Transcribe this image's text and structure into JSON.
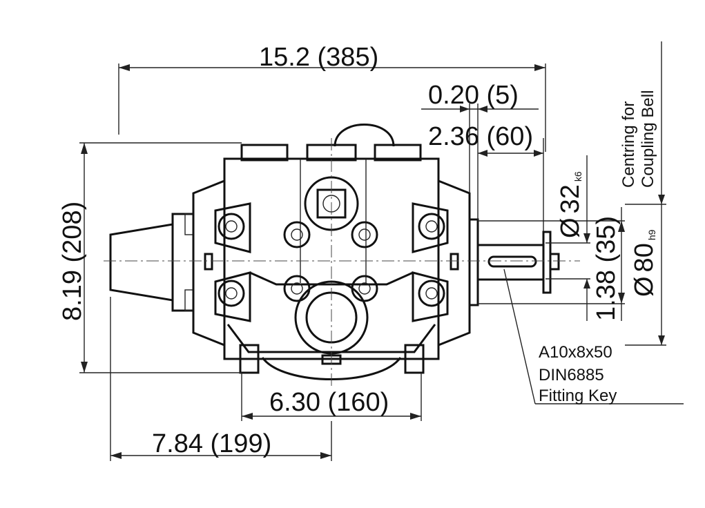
{
  "dimensions": {
    "overall_length": "15.2 (385)",
    "shaft_offset": "0.20 (5)",
    "shaft_length": "2.36 (60)",
    "height": "8.19 (208)",
    "foot_spacing": "6.30 (160)",
    "centre_to_end": "7.84 (199)",
    "shaft_height": "1.38 (35)"
  },
  "shaft_diameter": {
    "symbol": "Ø",
    "value": "32",
    "tolerance": "k6"
  },
  "centring_diameter": {
    "symbol": "Ø",
    "value": "80",
    "tolerance": "h9"
  },
  "centring_label": {
    "line1": "Centring for",
    "line2": "Coupling Bell"
  },
  "fitting_key": {
    "line1": "A10x8x50",
    "line2": "DIN6885",
    "line3": "Fitting Key"
  }
}
